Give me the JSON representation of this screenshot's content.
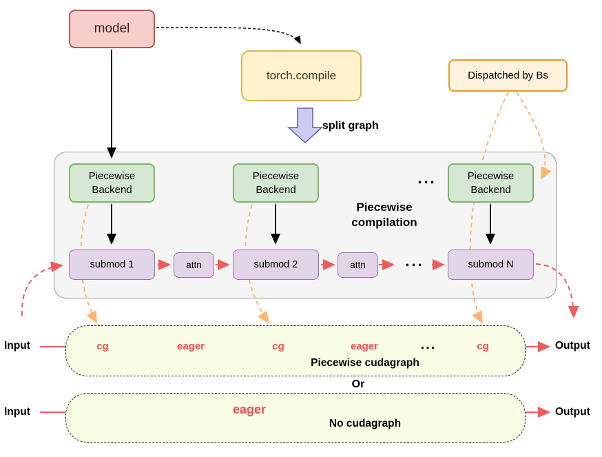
{
  "colors": {
    "model_fill": "#f8cecc",
    "model_stroke": "#b85450",
    "compile_fill": "#fff2cc",
    "compile_stroke": "#d6b656",
    "dispatch_fill": "#fff3e0",
    "dispatch_stroke": "#e59b2c",
    "backend_fill": "#d5e8d4",
    "backend_stroke": "#82b366",
    "submod_fill": "#e1d5e7",
    "submod_stroke": "#9673a6",
    "compilation_box_fill": "#f5f5f5",
    "compilation_box_stroke": "#9a9a9a",
    "flow_box_fill": "#fafde6",
    "red_accent": "#f25b5b",
    "orange_accent": "#ffb570",
    "split_arrow_fill": "#ccccf2",
    "split_arrow_stroke": "#5b5bb5"
  },
  "nodes": {
    "model": "model",
    "torch_compile": "torch.compile",
    "dispatched_by": "Dispatched by Bs",
    "split_graph_label": "split graph"
  },
  "compilation": {
    "title": "Piecewise compilation",
    "backend_label": "Piecewise Backend",
    "backends_ellipsis": "...",
    "submods": [
      "submod 1",
      "submod 2",
      "submod N"
    ],
    "attn_label": "attn",
    "row_ellipsis": "..."
  },
  "piecewise_flow": {
    "input": "Input",
    "output": "Output",
    "steps": [
      "cg",
      "eager",
      "cg",
      "eager",
      "...",
      "cg"
    ],
    "label": "Piecewise cudagraph"
  },
  "or_label": "Or",
  "eager_flow": {
    "input": "Input",
    "output": "Output",
    "step": "eager",
    "label": "No cudagraph"
  }
}
